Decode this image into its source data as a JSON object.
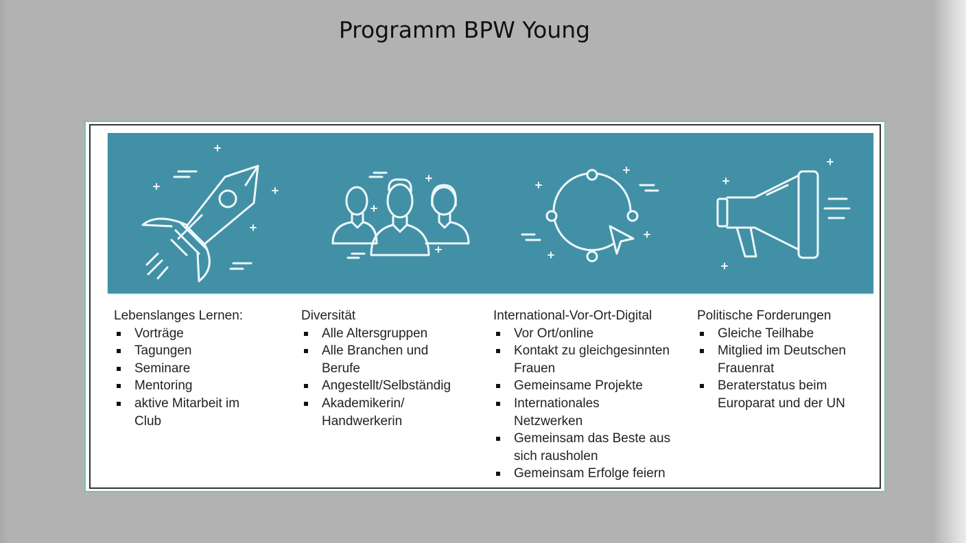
{
  "title": "Programm BPW Young",
  "colors": {
    "band": "#4290a6",
    "background": "#b2b2b2"
  },
  "columns": [
    {
      "icon": "rocket-icon",
      "heading": "Lebenslanges Lernen:",
      "items": [
        "Vorträge",
        "Tagungen",
        "Seminare",
        "Mentoring",
        "aktive Mitarbeit im Club"
      ]
    },
    {
      "icon": "people-group-icon",
      "heading": "Diversität",
      "items": [
        "Alle Altersgruppen",
        "Alle Branchen und Berufe",
        "Angestellt/Selbständig",
        "Akademikerin/ Handwerkerin"
      ]
    },
    {
      "icon": "cycle-arrow-icon",
      "heading": "International-Vor-Ort-Digital",
      "items": [
        "Vor Ort/online",
        "Kontakt zu gleichgesinnten Frauen",
        "Gemeinsame Projekte",
        "Internationales Netzwerken",
        "Gemeinsam das Beste aus sich rausholen",
        "Gemeinsam Erfolge feiern"
      ]
    },
    {
      "icon": "megaphone-icon",
      "heading": "Politische Forderungen",
      "items": [
        "Gleiche Teilhabe",
        "Mitglied im Deutschen Frauenrat",
        "Beraterstatus beim Europarat und der UN"
      ]
    }
  ]
}
